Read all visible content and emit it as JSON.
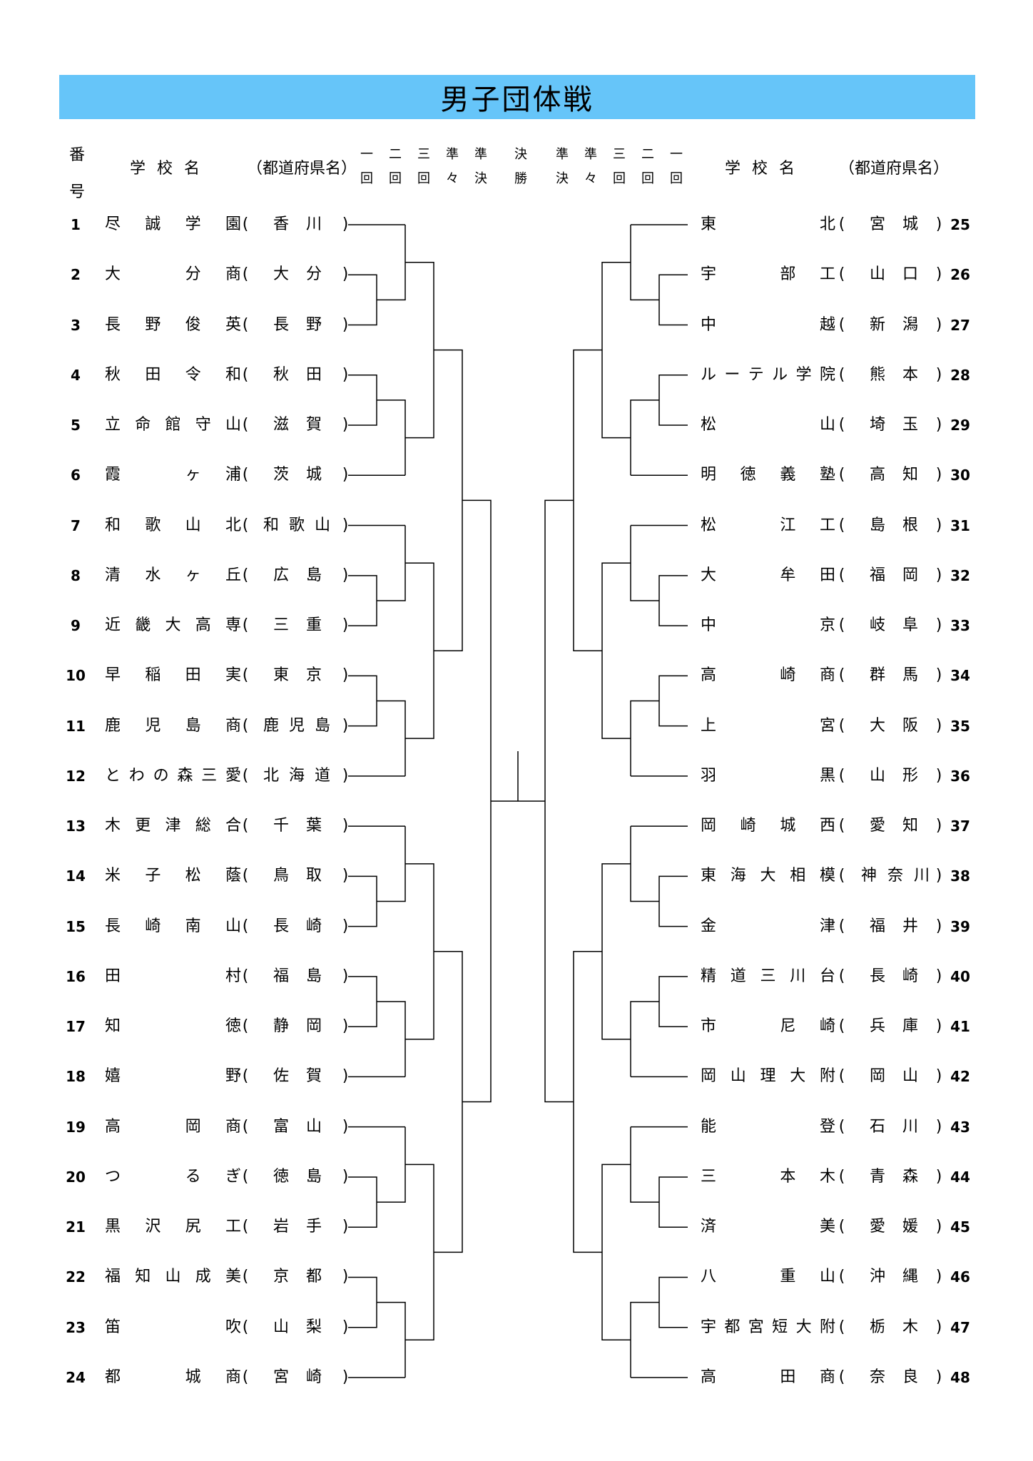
{
  "title": "男子団体戦",
  "header": {
    "number_label": [
      "番",
      "号"
    ],
    "school_label": "学校名",
    "prefecture_label": "（都道府県名）",
    "rounds_left": [
      [
        "一",
        "回"
      ],
      [
        "二",
        "回"
      ],
      [
        "三",
        "回"
      ],
      [
        "準",
        "々"
      ],
      [
        "準",
        "決"
      ],
      [
        "決",
        "勝"
      ]
    ],
    "rounds_right": [
      [
        "準",
        "決"
      ],
      [
        "準",
        "々"
      ],
      [
        "三",
        "回"
      ],
      [
        "二",
        "回"
      ],
      [
        "一",
        "回"
      ]
    ]
  },
  "left_teams": [
    {
      "num": "1",
      "school": [
        "尽",
        "誠",
        "学",
        "園"
      ],
      "pref": [
        "香",
        "川"
      ]
    },
    {
      "num": "2",
      "school": [
        "大",
        "",
        "分",
        "商"
      ],
      "pref": [
        "大",
        "分"
      ]
    },
    {
      "num": "3",
      "school": [
        "長",
        "野",
        "俊",
        "英"
      ],
      "pref": [
        "長",
        "野"
      ]
    },
    {
      "num": "4",
      "school": [
        "秋",
        "田",
        "令",
        "和"
      ],
      "pref": [
        "秋",
        "田"
      ]
    },
    {
      "num": "5",
      "school": [
        "立",
        "命",
        "館",
        "守",
        "山"
      ],
      "pref": [
        "滋",
        "賀"
      ]
    },
    {
      "num": "6",
      "school": [
        "霞",
        "",
        "ヶ",
        "浦"
      ],
      "pref": [
        "茨",
        "城"
      ]
    },
    {
      "num": "7",
      "school": [
        "和",
        "歌",
        "山",
        "北"
      ],
      "pref": [
        "和",
        "歌",
        "山"
      ]
    },
    {
      "num": "8",
      "school": [
        "清",
        "水",
        "ヶ",
        "丘"
      ],
      "pref": [
        "広",
        "島"
      ]
    },
    {
      "num": "9",
      "school": [
        "近",
        "畿",
        "大",
        "高",
        "専"
      ],
      "pref": [
        "三",
        "重"
      ]
    },
    {
      "num": "10",
      "school": [
        "早",
        "稲",
        "田",
        "実"
      ],
      "pref": [
        "東",
        "京"
      ]
    },
    {
      "num": "11",
      "school": [
        "鹿",
        "児",
        "島",
        "商"
      ],
      "pref": [
        "鹿",
        "児",
        "島"
      ]
    },
    {
      "num": "12",
      "school": [
        "と",
        "わ",
        "の",
        "森",
        "三",
        "愛"
      ],
      "pref": [
        "北",
        "海",
        "道"
      ]
    },
    {
      "num": "13",
      "school": [
        "木",
        "更",
        "津",
        "総",
        "合"
      ],
      "pref": [
        "千",
        "葉"
      ]
    },
    {
      "num": "14",
      "school": [
        "米",
        "子",
        "松",
        "蔭"
      ],
      "pref": [
        "鳥",
        "取"
      ]
    },
    {
      "num": "15",
      "school": [
        "長",
        "崎",
        "南",
        "山"
      ],
      "pref": [
        "長",
        "崎"
      ]
    },
    {
      "num": "16",
      "school": [
        "田",
        "",
        "",
        "村"
      ],
      "pref": [
        "福",
        "島"
      ]
    },
    {
      "num": "17",
      "school": [
        "知",
        "",
        "",
        "徳"
      ],
      "pref": [
        "静",
        "岡"
      ]
    },
    {
      "num": "18",
      "school": [
        "嬉",
        "",
        "",
        "野"
      ],
      "pref": [
        "佐",
        "賀"
      ]
    },
    {
      "num": "19",
      "school": [
        "高",
        "",
        "岡",
        "商"
      ],
      "pref": [
        "富",
        "山"
      ]
    },
    {
      "num": "20",
      "school": [
        "つ",
        "",
        "る",
        "ぎ"
      ],
      "pref": [
        "徳",
        "島"
      ]
    },
    {
      "num": "21",
      "school": [
        "黒",
        "沢",
        "尻",
        "工"
      ],
      "pref": [
        "岩",
        "手"
      ]
    },
    {
      "num": "22",
      "school": [
        "福",
        "知",
        "山",
        "成",
        "美"
      ],
      "pref": [
        "京",
        "都"
      ]
    },
    {
      "num": "23",
      "school": [
        "笛",
        "",
        "",
        "吹"
      ],
      "pref": [
        "山",
        "梨"
      ]
    },
    {
      "num": "24",
      "school": [
        "都",
        "",
        "城",
        "商"
      ],
      "pref": [
        "宮",
        "崎"
      ]
    }
  ],
  "right_teams": [
    {
      "num": "25",
      "school": [
        "東",
        "",
        "",
        "北"
      ],
      "pref": [
        "宮",
        "城"
      ]
    },
    {
      "num": "26",
      "school": [
        "宇",
        "",
        "部",
        "工"
      ],
      "pref": [
        "山",
        "口"
      ]
    },
    {
      "num": "27",
      "school": [
        "中",
        "",
        "",
        "越"
      ],
      "pref": [
        "新",
        "潟"
      ]
    },
    {
      "num": "28",
      "school": [
        "ル",
        "ー",
        "テ",
        "ル",
        "学",
        "院"
      ],
      "pref": [
        "熊",
        "本"
      ]
    },
    {
      "num": "29",
      "school": [
        "松",
        "",
        "",
        "山"
      ],
      "pref": [
        "埼",
        "玉"
      ]
    },
    {
      "num": "30",
      "school": [
        "明",
        "徳",
        "義",
        "塾"
      ],
      "pref": [
        "高",
        "知"
      ]
    },
    {
      "num": "31",
      "school": [
        "松",
        "",
        "江",
        "工"
      ],
      "pref": [
        "島",
        "根"
      ]
    },
    {
      "num": "32",
      "school": [
        "大",
        "",
        "牟",
        "田"
      ],
      "pref": [
        "福",
        "岡"
      ]
    },
    {
      "num": "33",
      "school": [
        "中",
        "",
        "",
        "京"
      ],
      "pref": [
        "岐",
        "阜"
      ]
    },
    {
      "num": "34",
      "school": [
        "高",
        "",
        "崎",
        "商"
      ],
      "pref": [
        "群",
        "馬"
      ]
    },
    {
      "num": "35",
      "school": [
        "上",
        "",
        "",
        "宮"
      ],
      "pref": [
        "大",
        "阪"
      ]
    },
    {
      "num": "36",
      "school": [
        "羽",
        "",
        "",
        "黒"
      ],
      "pref": [
        "山",
        "形"
      ]
    },
    {
      "num": "37",
      "school": [
        "岡",
        "崎",
        "城",
        "西"
      ],
      "pref": [
        "愛",
        "知"
      ]
    },
    {
      "num": "38",
      "school": [
        "東",
        "海",
        "大",
        "相",
        "模"
      ],
      "pref": [
        "神",
        "奈",
        "川"
      ]
    },
    {
      "num": "39",
      "school": [
        "金",
        "",
        "",
        "津"
      ],
      "pref": [
        "福",
        "井"
      ]
    },
    {
      "num": "40",
      "school": [
        "精",
        "道",
        "三",
        "川",
        "台"
      ],
      "pref": [
        "長",
        "崎"
      ]
    },
    {
      "num": "41",
      "school": [
        "市",
        "",
        "尼",
        "崎"
      ],
      "pref": [
        "兵",
        "庫"
      ]
    },
    {
      "num": "42",
      "school": [
        "岡",
        "山",
        "理",
        "大",
        "附"
      ],
      "pref": [
        "岡",
        "山"
      ]
    },
    {
      "num": "43",
      "school": [
        "能",
        "",
        "",
        "登"
      ],
      "pref": [
        "石",
        "川"
      ]
    },
    {
      "num": "44",
      "school": [
        "三",
        "",
        "本",
        "木"
      ],
      "pref": [
        "青",
        "森"
      ]
    },
    {
      "num": "45",
      "school": [
        "済",
        "",
        "",
        "美"
      ],
      "pref": [
        "愛",
        "媛"
      ]
    },
    {
      "num": "46",
      "school": [
        "八",
        "",
        "重",
        "山"
      ],
      "pref": [
        "沖",
        "縄"
      ]
    },
    {
      "num": "47",
      "school": [
        "宇",
        "都",
        "宮",
        "短",
        "大",
        "附"
      ],
      "pref": [
        "栃",
        "木"
      ]
    },
    {
      "num": "48",
      "school": [
        "高",
        "",
        "田",
        "商"
      ],
      "pref": [
        "奈",
        "良"
      ]
    }
  ]
}
